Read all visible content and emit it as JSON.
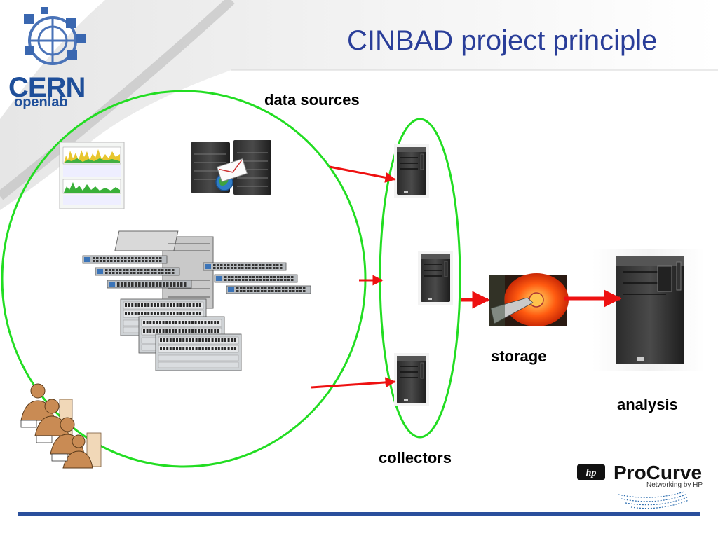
{
  "slide": {
    "title": "CINBAD project principle"
  },
  "labels": {
    "data_sources": "data sources",
    "storage": "storage",
    "analysis": "analysis",
    "collectors": "collectors"
  },
  "logos": {
    "cern": "CERN",
    "openlab": "openlab",
    "procurve": "ProCurve",
    "procurve_sub": "Networking by HP",
    "hp": "hp"
  },
  "colors": {
    "title": "#2a3e99",
    "ellipse": "#22dd22",
    "arrow": "#ee1111",
    "rule": "#2a4f9c"
  },
  "icons": [
    "traffic-graph-icon",
    "server-email-icon",
    "network-switch-icon",
    "users-icon",
    "tower-server-icon",
    "hard-disk-icon"
  ]
}
